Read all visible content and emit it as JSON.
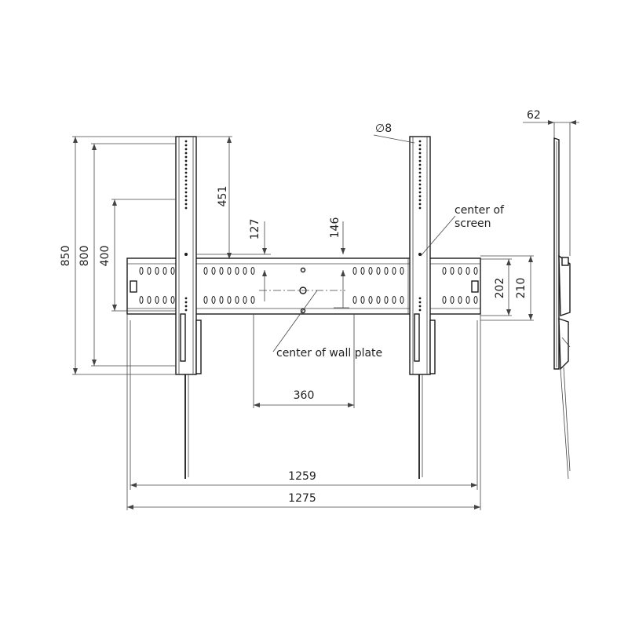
{
  "dimensions": {
    "height_total": "850",
    "height_800": "800",
    "height_400": "400",
    "arm_451": "451",
    "offset_127": "127",
    "offset_146": "146",
    "hole_diameter": "∅8",
    "depth": "62",
    "plate_202": "202",
    "plate_210": "210",
    "spacing_360": "360",
    "width_1259": "1259",
    "width_1275": "1275"
  },
  "labels": {
    "center_screen_line1": "center of",
    "center_screen_line2": "screen",
    "center_wall_plate": "center of wall plate"
  }
}
